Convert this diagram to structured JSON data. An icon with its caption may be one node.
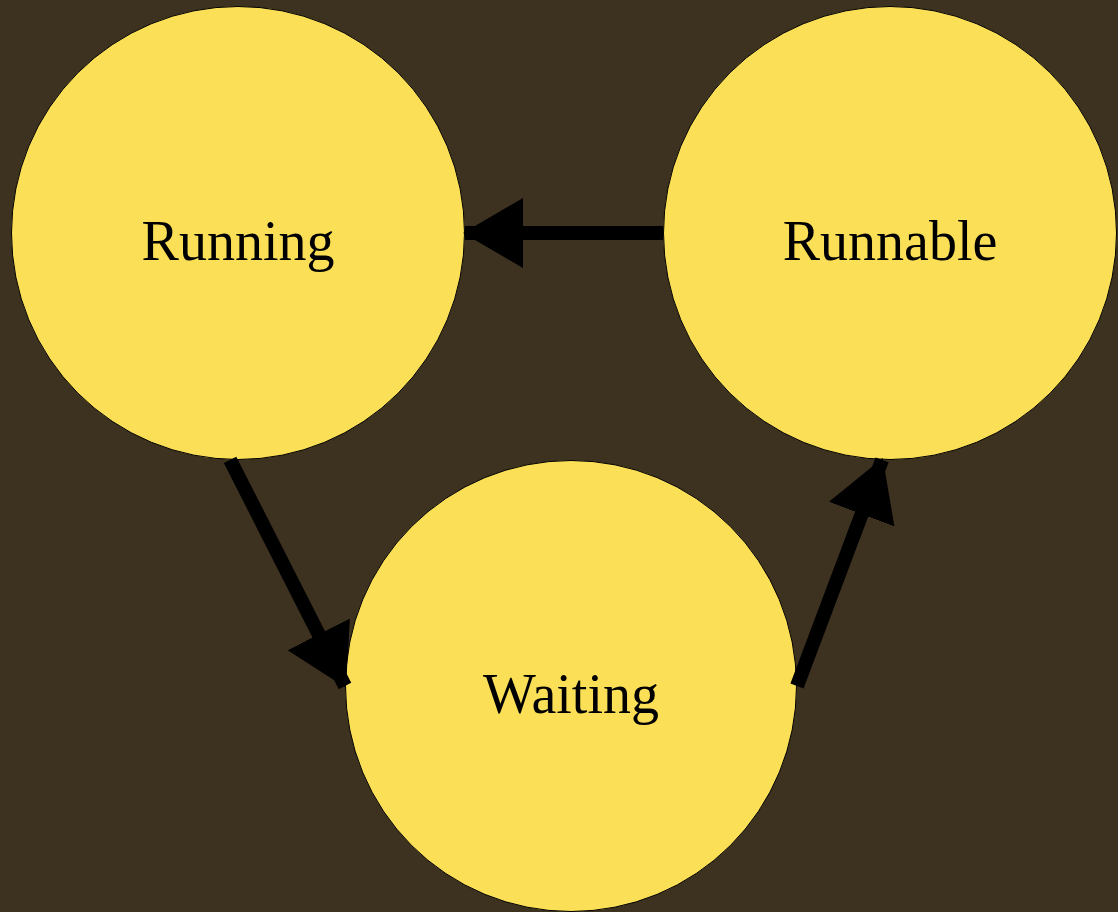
{
  "diagram": {
    "nodes": [
      {
        "text": [
          "Running"
        ]
      },
      {
        "text": [
          "Runnable"
        ]
      },
      {
        "text": [
          "Waiting"
        ]
      }
    ],
    "edges": [
      {
        "from": 1,
        "to": 0,
        "arrow": "to"
      },
      {
        "from": 0,
        "to": 2,
        "arrow": "to"
      },
      {
        "from": 2,
        "to": 1,
        "arrow": "to"
      }
    ]
  }
}
